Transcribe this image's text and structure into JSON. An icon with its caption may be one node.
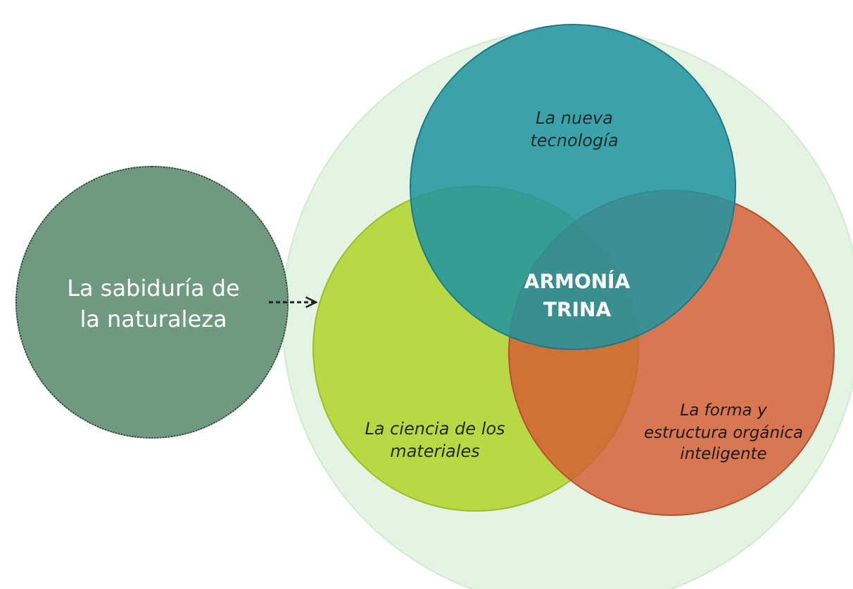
{
  "diagram": {
    "nodes": [
      {
        "text": [
          "La sabiduría de la naturaleza"
        ]
      },
      {
        "text": [],
        "shape": "circle"
      },
      {
        "text": [
          "La nueva tecnología"
        ],
        "in": 1
      },
      {
        "text": [
          "La ciencia de los materiales"
        ],
        "in": 1
      },
      {
        "text": [
          "La forma y estructura orgánica inteligente"
        ],
        "in": 1
      }
    ],
    "edges": [
      {
        "from": 0,
        "to": 3,
        "arrow": "to",
        "style": "dashed"
      }
    ],
    "labels": [
      "ARMONÍA TRINA"
    ]
  }
}
